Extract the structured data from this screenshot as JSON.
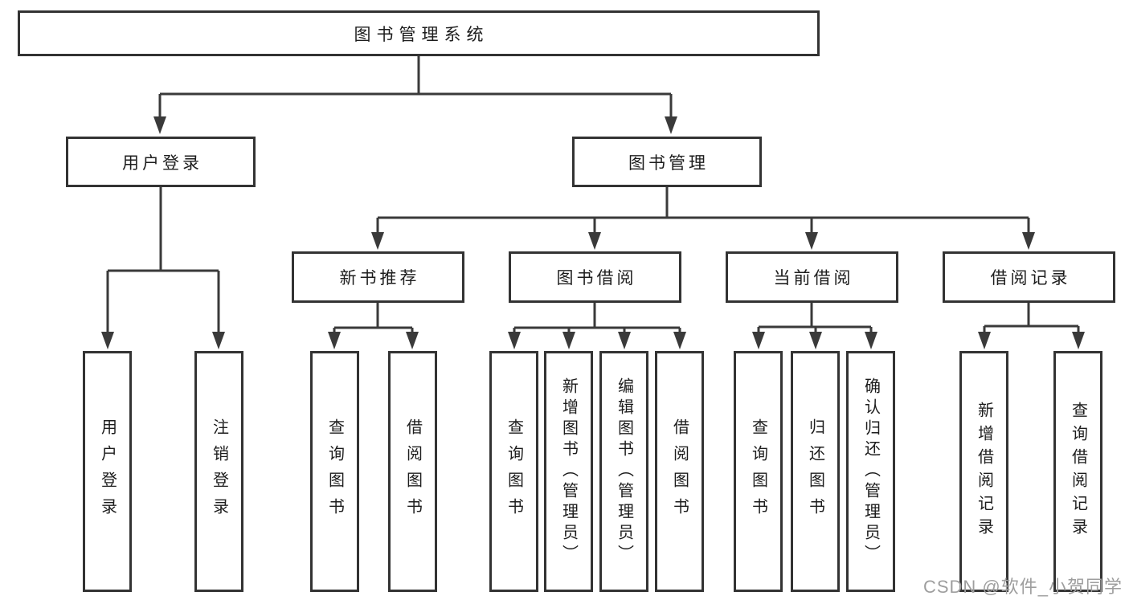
{
  "tree": {
    "label": "图书管理系统",
    "children": [
      {
        "label": "用户登录",
        "children": [
          {
            "label": "用户登录"
          },
          {
            "label": "注销登录"
          }
        ]
      },
      {
        "label": "图书管理",
        "children": [
          {
            "label": "新书推荐",
            "children": [
              {
                "label": "查询图书"
              },
              {
                "label": "借阅图书"
              }
            ]
          },
          {
            "label": "图书借阅",
            "children": [
              {
                "label": "查询图书"
              },
              {
                "label": "新增图书（管理员）"
              },
              {
                "label": "编辑图书（管理员）"
              },
              {
                "label": "借阅图书"
              }
            ]
          },
          {
            "label": "当前借阅",
            "children": [
              {
                "label": "查询图书"
              },
              {
                "label": "归还图书"
              },
              {
                "label": "确认归还（管理员）"
              }
            ]
          },
          {
            "label": "借阅记录",
            "children": [
              {
                "label": "新增借阅记录"
              },
              {
                "label": "查询借阅记录"
              }
            ]
          }
        ]
      }
    ]
  },
  "watermark": "CSDN @软件_小贺同学",
  "colors": {
    "line": "#3a3a3a",
    "box_border": "#333333",
    "text": "#1d1d1d",
    "watermark": "#9e9e9e",
    "background": "#ffffff"
  }
}
